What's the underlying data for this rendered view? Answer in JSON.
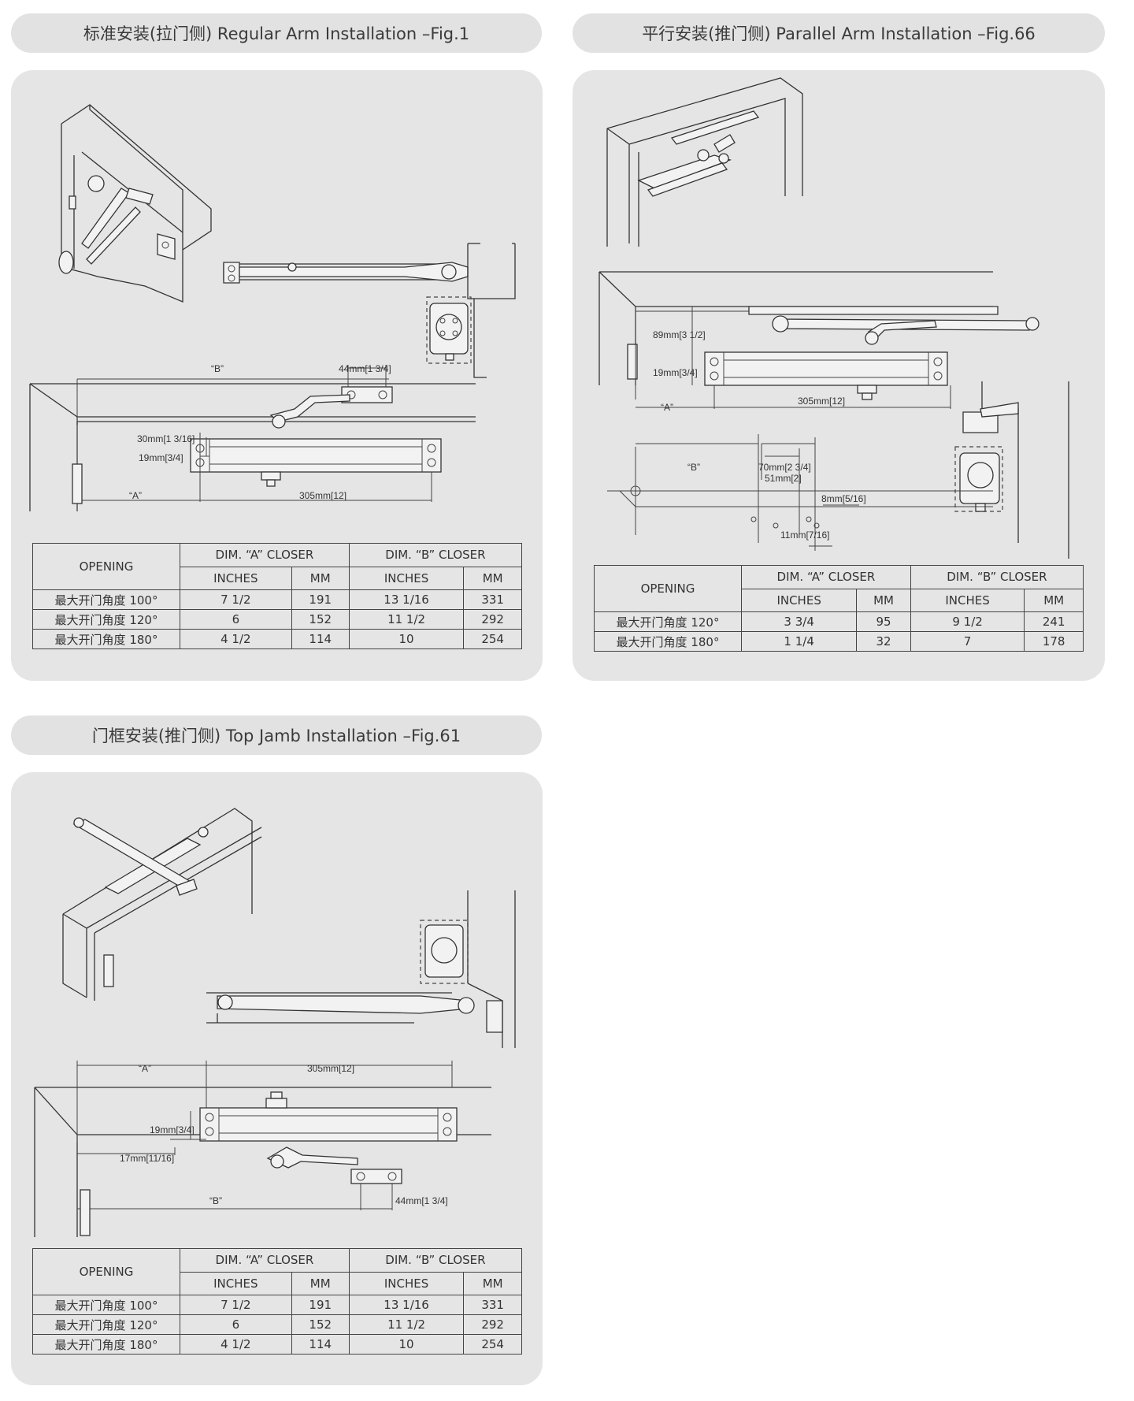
{
  "figures": {
    "fig1": {
      "title": "标准安装(拉门侧) Regular Arm Installation –Fig.1",
      "dims": {
        "b": "“B”",
        "a": "“A”",
        "d44": "44mm[1 3/4]",
        "d30": "30mm[1 3/16]",
        "d19": "19mm[3/4]",
        "d305": "305mm[12]"
      },
      "table": {
        "opening": "OPENING",
        "dimA": "DIM. “A” CLOSER",
        "dimB": "DIM. “B” CLOSER",
        "inches": "INCHES",
        "mm": "MM",
        "rows": [
          {
            "label": "最大开门角度 100°",
            "a_in": "7 1/2",
            "a_mm": "191",
            "b_in": "13 1/16",
            "b_mm": "331"
          },
          {
            "label": "最大开门角度 120°",
            "a_in": "6",
            "a_mm": "152",
            "b_in": "11 1/2",
            "b_mm": "292"
          },
          {
            "label": "最大开门角度 180°",
            "a_in": "4 1/2",
            "a_mm": "114",
            "b_in": "10",
            "b_mm": "254"
          }
        ]
      }
    },
    "fig66": {
      "title": "平行安装(推门侧) Parallel Arm Installation –Fig.66",
      "dims": {
        "d89": "89mm[3 1/2]",
        "d19": "19mm[3/4]",
        "a": "“A”",
        "d305": "305mm[12]",
        "b": "“B”",
        "d70": "70mm[2 3/4]",
        "d51": "51mm[2]",
        "d8": "8mm[5/16]",
        "d11": "11mm[7/16]"
      },
      "table": {
        "opening": "OPENING",
        "dimA": "DIM. “A” CLOSER",
        "dimB": "DIM. “B” CLOSER",
        "inches": "INCHES",
        "mm": "MM",
        "rows": [
          {
            "label": "最大开门角度 120°",
            "a_in": "3 3/4",
            "a_mm": "95",
            "b_in": "9 1/2",
            "b_mm": "241"
          },
          {
            "label": "最大开门角度 180°",
            "a_in": "1 1/4",
            "a_mm": "32",
            "b_in": "7",
            "b_mm": "178"
          }
        ]
      }
    },
    "fig61": {
      "title": "门框安装(推门侧) Top Jamb Installation –Fig.61",
      "dims": {
        "a": "“A”",
        "d305": "305mm[12]",
        "d19": "19mm[3/4]",
        "d17": "17mm[11/16]",
        "b": "“B”",
        "d44": "44mm[1 3/4]"
      },
      "table": {
        "opening": "OPENING",
        "dimA": "DIM. “A” CLOSER",
        "dimB": "DIM. “B” CLOSER",
        "inches": "INCHES",
        "mm": "MM",
        "rows": [
          {
            "label": "最大开门角度 100°",
            "a_in": "7 1/2",
            "a_mm": "191",
            "b_in": "13 1/16",
            "b_mm": "331"
          },
          {
            "label": "最大开门角度 120°",
            "a_in": "6",
            "a_mm": "152",
            "b_in": "11 1/2",
            "b_mm": "292"
          },
          {
            "label": "最大开门角度 180°",
            "a_in": "4 1/2",
            "a_mm": "114",
            "b_in": "10",
            "b_mm": "254"
          }
        ]
      }
    }
  }
}
